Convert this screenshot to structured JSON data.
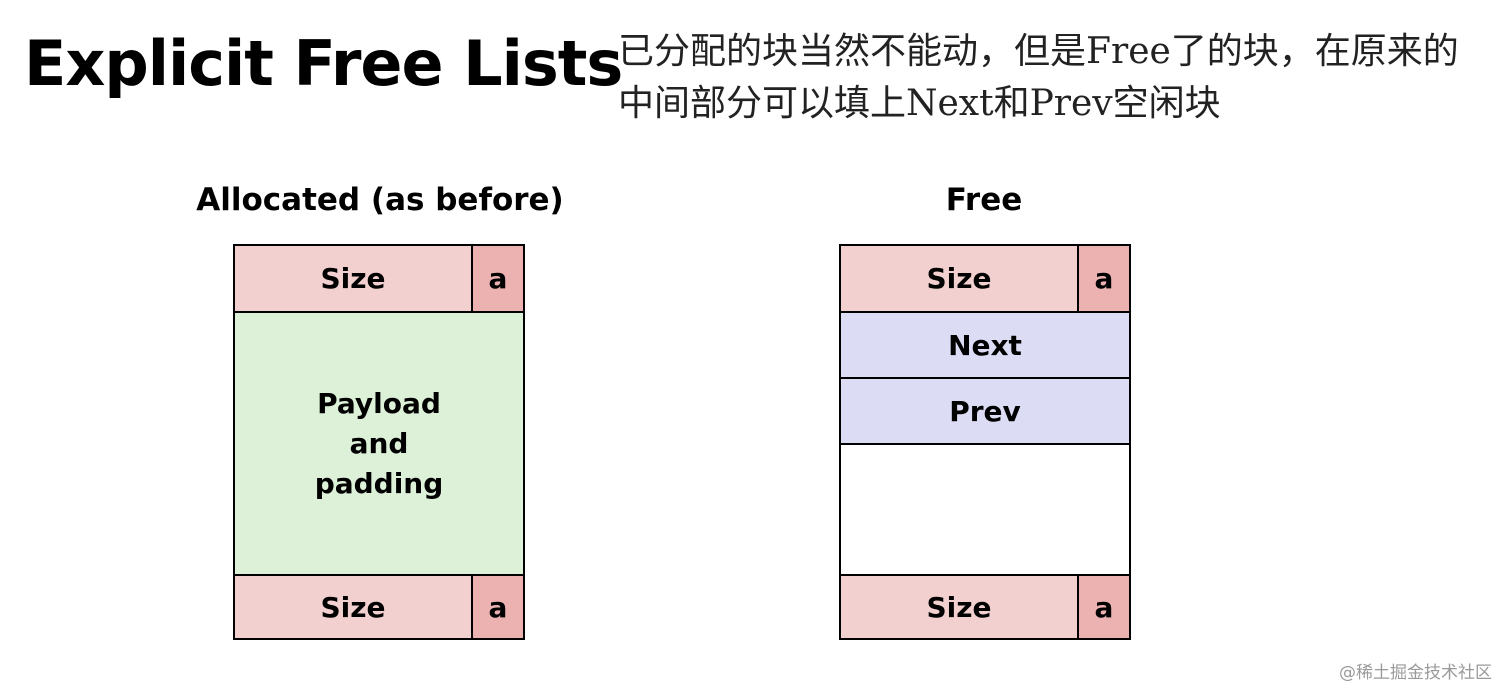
{
  "title": "Explicit Free Lists",
  "note": "已分配的块当然不能动，但是Free了的块，在原来的中间部分可以填上Next和Prev空闲块",
  "allocated": {
    "heading": "Allocated (as before)",
    "header_size": "Size",
    "header_a": "a",
    "payload": "Payload and padding",
    "footer_size": "Size",
    "footer_a": "a"
  },
  "free": {
    "heading": "Free",
    "header_size": "Size",
    "header_a": "a",
    "next": "Next",
    "prev": "Prev",
    "footer_size": "Size",
    "footer_a": "a"
  },
  "watermark": "@稀土掘金技术社区",
  "colors": {
    "size_cell": "#f2d0cf",
    "alloc_bit_cell": "#ebb2b1",
    "payload_cell": "#ddf1d9",
    "pointer_cell": "#dcdcf4"
  }
}
